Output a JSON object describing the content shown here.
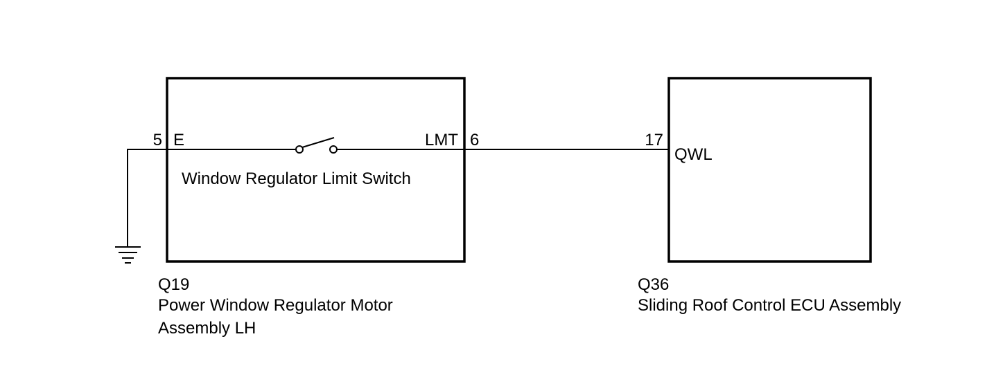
{
  "components": {
    "q19": {
      "code": "Q19",
      "name_line1": "Power Window Regulator Motor",
      "name_line2": "Assembly LH",
      "inner_label": "Window Regulator Limit Switch",
      "pins": {
        "e": {
          "number": "5",
          "name": "E"
        },
        "lmt": {
          "name": "LMT",
          "number": "6"
        }
      }
    },
    "q36": {
      "code": "Q36",
      "name": "Sliding Roof Control ECU Assembly",
      "pins": {
        "qwl": {
          "number": "17",
          "name": "QWL"
        }
      }
    }
  },
  "symbols": {
    "ground": "ground-icon",
    "switch": "open-switch-icon"
  }
}
